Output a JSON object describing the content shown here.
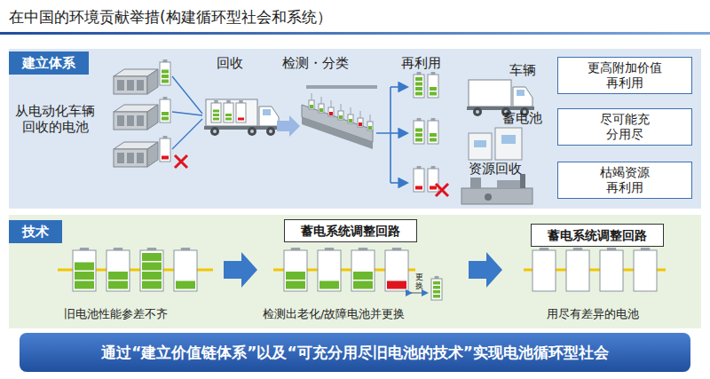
{
  "diagram": {
    "title": "在中国的环境贡献举措(构建循环型社会和系统）",
    "nodes": [
      {
        "text": [
          "建立体系"
        ]
      },
      {
        "text": [
          "更高附加价值再利用"
        ]
      },
      {
        "text": [
          "尽可能充分用尽"
        ]
      },
      {
        "text": [
          "枯竭资源再利用"
        ]
      },
      {
        "text": [
          "技术"
        ]
      },
      {
        "text": [
          "蓄电系统调整回路"
        ]
      },
      {
        "text": [
          "蓄电系统调整回路"
        ]
      },
      {
        "text": [
          "通过“建立价值链体系”以及“可充分用尽旧电池的技术”实现电池循环型社会"
        ]
      }
    ],
    "labels": [
      "从电动化车辆回收的电池",
      "回收",
      "检测・分类",
      "再利用",
      "车辆",
      "蓄电池",
      "资源回收",
      "旧电池性能参差不齐",
      "检测出老化/故障电池并更换",
      "更换",
      "用尽有差异的电池"
    ]
  }
}
